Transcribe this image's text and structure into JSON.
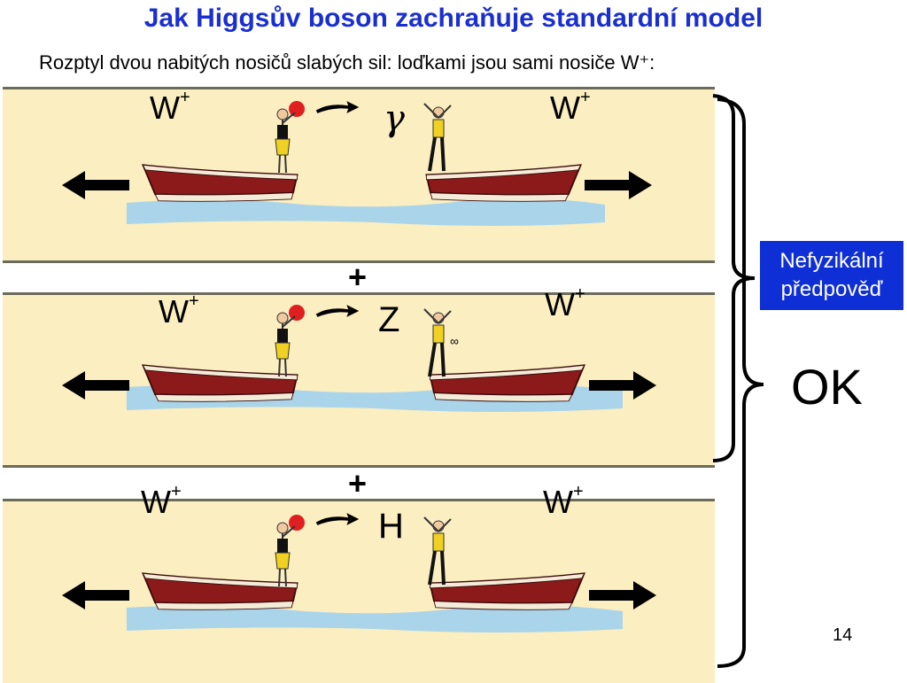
{
  "slide": {
    "title": "Jak Higgsův boson zachraňuje standardní model",
    "subtitle": "Rozptyl dvou nabitých nosičů slabých sil: loďkami jsou sami nosiče W⁺:",
    "page_number": "14"
  },
  "panels": [
    {
      "left_label": "W",
      "right_label": "W",
      "charge": "+",
      "exchanged": "γ"
    },
    {
      "left_label": "W",
      "right_label": "W",
      "charge": "+",
      "exchanged": "Z",
      "marker": "∞"
    },
    {
      "left_label": "W",
      "right_label": "W",
      "charge": "+",
      "exchanged": "H"
    }
  ],
  "plus_signs": [
    "+",
    "+"
  ],
  "annotations": {
    "unphysical_line1": "Nefyzikální",
    "unphysical_line2": "předpověď",
    "ok": "OK"
  },
  "colors": {
    "title": "#1a2fd0",
    "panel_bg": "#fbeec0",
    "boat_hull": "#8c1a1a",
    "water": "#a9d4ea",
    "badge_bg": "#0f2fd6"
  }
}
